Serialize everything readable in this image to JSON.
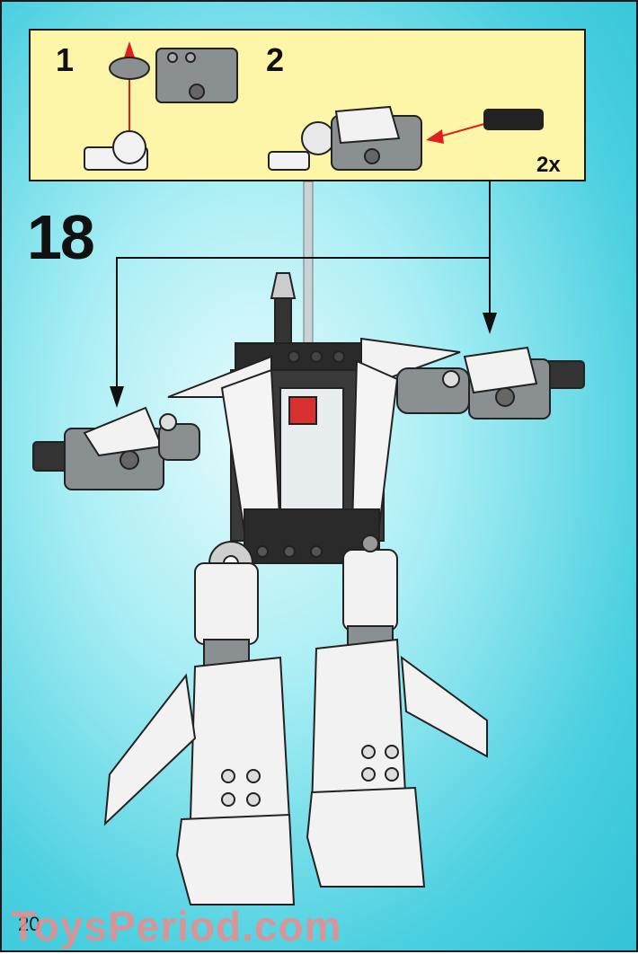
{
  "callout": {
    "substeps": [
      {
        "number": "1"
      },
      {
        "number": "2",
        "multiplier": "2x"
      }
    ]
  },
  "step_number": "18",
  "page_number": "20",
  "watermark": "ToysPeriod.com",
  "colors": {
    "background": "#49cfe0",
    "callout": "#fdf6a8",
    "arrow_red": "#e0201e",
    "white_part": "#f2f2f2",
    "gray_part": "#8a8f92",
    "black_part": "#222222"
  }
}
